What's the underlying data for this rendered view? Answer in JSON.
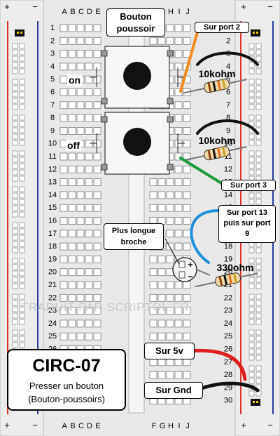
{
  "board": {
    "columns_left": [
      "A",
      "B",
      "C",
      "D",
      "E"
    ],
    "columns_right": [
      "F",
      "G",
      "H",
      "I",
      "J"
    ],
    "rows": [
      "1",
      "2",
      "3",
      "4",
      "5",
      "6",
      "7",
      "8",
      "9",
      "10",
      "11",
      "12",
      "13",
      "14",
      "15",
      "16",
      "17",
      "18",
      "19",
      "20",
      "21",
      "22",
      "23",
      "24",
      "25",
      "26",
      "27",
      "28",
      "29",
      "30"
    ],
    "rail_plus": "+",
    "rail_minus": "−"
  },
  "labels": {
    "button_title": "Bouton poussoir",
    "state_on": "on",
    "state_off": "off",
    "port2": "Sur port 2",
    "port3": "Sur port 3",
    "port13": "Sur port 13 puis sur port 9",
    "longer_lead": "Plus longue broche",
    "v5": "Sur 5v",
    "gnd": "Sur Gnd",
    "resistor_top": "10kohm",
    "resistor_mid": "10kohm",
    "resistor_led": "330ohm",
    "led_plus": "+",
    "led_minus": "−"
  },
  "title": {
    "code": "CIRC-07",
    "line1": "Presser un bouton",
    "line2": "(Bouton-poussoirs)"
  },
  "watermark": "TRADUIT PAR SCRIPTOL.FR",
  "colors": {
    "rail_red": "#d9352a",
    "rail_blue": "#2a3f9a",
    "wire_orange": "#f08c1e",
    "wire_green": "#1e9a3a",
    "wire_blue": "#1e8fd8",
    "wire_red": "#e02020",
    "wire_black": "#111111",
    "hole": "#ffffff",
    "board": "#e8e8e8"
  }
}
